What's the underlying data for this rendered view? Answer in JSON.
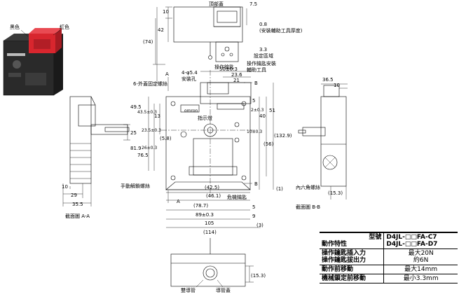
{
  "product_image": {
    "label_black": "黑色",
    "label_red": "紅色"
  },
  "front_view": {
    "top_cover": "頂部蓋",
    "screw_holes": "4-φ5.4",
    "mounting_hole": "安裝孔",
    "hex_screw": "6-外蓋固定螺絲",
    "indicator": "指示燈",
    "manual_screw": "手動解鎖螺絲",
    "danger_screw": "危機鑰匙",
    "tool_setting": "設定區域",
    "operating_key": "操作鑰匙",
    "key_install": "操作鑰匙安裝",
    "assist_tool": "輔助工具",
    "tool_thickness": "(安裝輔助工具厚度)",
    "brand": "omron",
    "dims": [
      "10",
      "42",
      "(74)",
      "7.5",
      "0.8",
      "3.3",
      "50±0.3",
      "23.6",
      "21",
      "5",
      "51",
      "2±0.3",
      "40",
      "(56)",
      "(132.9)",
      "10±0.3",
      "49.5",
      "43.5±0.3",
      "13",
      "23.5±0.3",
      "(5.8)",
      "26±0.3",
      "76.5",
      "81.9",
      "(42.5)",
      "(46.1)",
      "(78.7)",
      "89±0.3",
      "105",
      "(114)",
      "(1)",
      "5",
      "9",
      "(3)"
    ],
    "section_letter_a": "A",
    "section_letter_b": "B"
  },
  "section_aa": {
    "caption": "截面圖 A-A",
    "dims": [
      "25",
      "10",
      "29",
      "35.5"
    ]
  },
  "section_bb": {
    "caption": "截面圖 B-B",
    "hex_bolt": "內六角螺絲",
    "dims": [
      "36.5",
      "10",
      "(15.3)"
    ]
  },
  "bottom_view": {
    "conduit": "雙導管",
    "lead": "導管蓋",
    "dims": [
      "(15.3)"
    ]
  },
  "spec_table": {
    "model_header": "型號",
    "feature_header": "動作特性",
    "models": [
      "D4JL-□□FA-C7",
      "D4JL-□□FA-D7"
    ],
    "rows": [
      {
        "label": "操作鑰匙插入力\n操作鑰匙拔出力",
        "value": "最大20N\n約6N"
      },
      {
        "label": "動作前移動",
        "value": "最大14mm"
      },
      {
        "label": "機械鎖定前移動",
        "value": "最小3.3mm"
      }
    ]
  }
}
